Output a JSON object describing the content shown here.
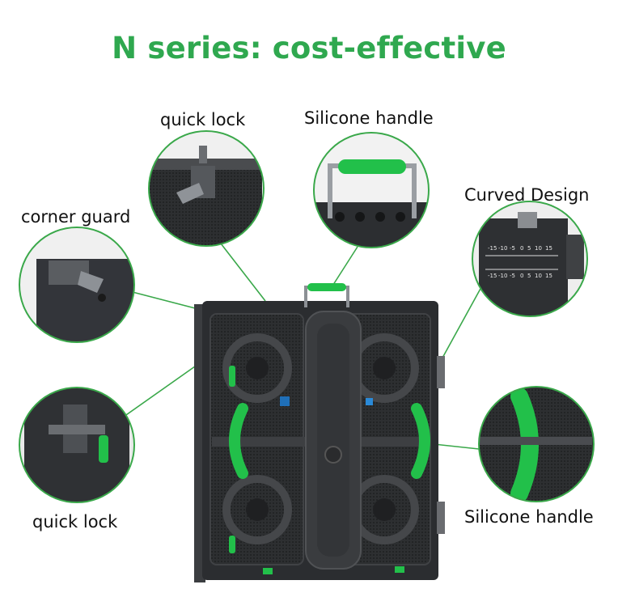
{
  "title": "N series: cost-effective",
  "callouts": {
    "quick_lock_top": "quick lock",
    "silicone_handle_top": "Silicone handle",
    "curved_design": "Curved Design",
    "corner_guard": "corner guard",
    "quick_lock_bottom": "quick lock",
    "silicone_handle_bottom": "Silicone handle"
  },
  "curved_scale": {
    "ticks": [
      "-15",
      "-10",
      "-5",
      "0",
      "5",
      "10",
      "15"
    ]
  },
  "colors": {
    "title_green": "#2fa84f",
    "circle_green": "#3aa84a",
    "handle_green": "#22c04a",
    "panel_dark": "#2a2c2e"
  }
}
